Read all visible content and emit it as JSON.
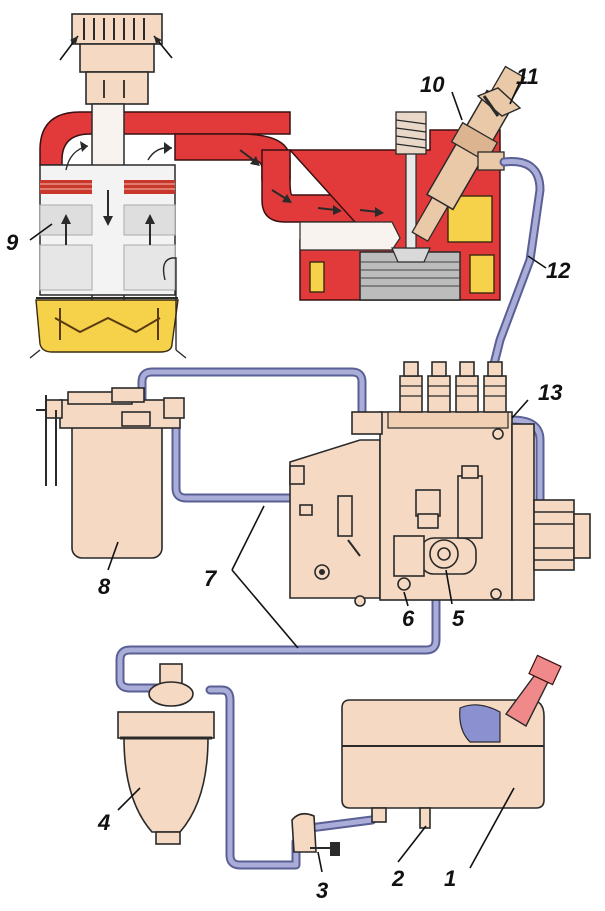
{
  "labels": {
    "l1": "1",
    "l2": "2",
    "l3": "3",
    "l4": "4",
    "l5": "5",
    "l6": "6",
    "l7": "7",
    "l8": "8",
    "l9": "9",
    "l10": "10",
    "l11": "11",
    "l12": "12",
    "l13": "13"
  },
  "colors": {
    "fuel_pipe": "#8f93c9",
    "component_body": "#f6d9c2",
    "engine_red": "#e23a3a",
    "air_filter_oil": "#f5d24a"
  }
}
